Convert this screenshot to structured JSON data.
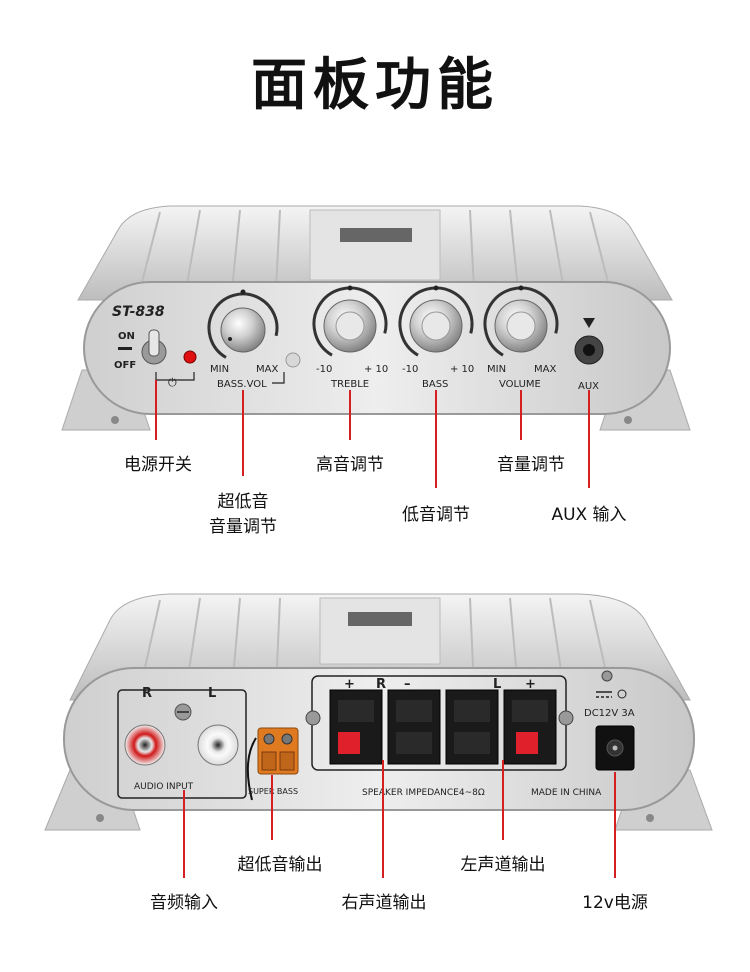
{
  "title": "面板功能",
  "front_panel": {
    "model": "ST-838",
    "switch_on": "ON",
    "switch_off": "OFF",
    "power_symbol": "⏻",
    "knobs": [
      {
        "min": "MIN",
        "max": "MAX",
        "name": "BASS.VOL"
      },
      {
        "min": "-10",
        "max": "+ 10",
        "name": "TREBLE"
      },
      {
        "min": "-10",
        "max": "+ 10",
        "name": "BASS"
      },
      {
        "min": "MIN",
        "max": "MAX",
        "name": "VOLUME"
      }
    ],
    "aux_label": "AUX"
  },
  "rear_panel": {
    "audio_r": "R",
    "audio_l": "L",
    "audio_input": "AUDIO INPUT",
    "super_bass": "SUPER BASS",
    "speaker_plus_left": "+",
    "speaker_r": "R",
    "speaker_minus": "–",
    "speaker_l": "L",
    "speaker_plus_right": "+",
    "speaker_impedance": "SPEAKER IMPEDANCE4~8Ω",
    "made_in": "MADE IN CHINA",
    "dc_rating": "DC12V 3A"
  },
  "callouts_top": {
    "power_switch": "电源开关",
    "subwoofer_vol_line1": "超低音",
    "subwoofer_vol_line2": "音量调节",
    "treble": "高音调节",
    "bass": "低音调节",
    "volume": "音量调节",
    "aux_in": "AUX 输入"
  },
  "callouts_bottom": {
    "subwoofer_out": "超低音输出",
    "audio_in": "音频输入",
    "right_out": "右声道输出",
    "left_out": "左声道输出",
    "power_12v": "12v电源"
  },
  "colors": {
    "callout_line": "#d42020",
    "panel_light": "#e8e8e8",
    "panel_dark": "#9a9a9a",
    "led": "#e01010",
    "terminal_red": "#e0202a",
    "terminal_orange": "#e07a20"
  }
}
